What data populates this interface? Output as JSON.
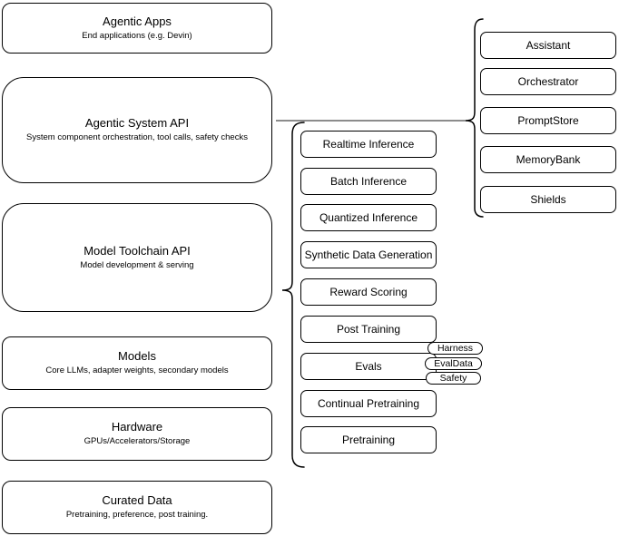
{
  "diagram": {
    "left_column": [
      {
        "title": "Agentic Apps",
        "subtitle": "End applications (e.g. Devin)"
      },
      {
        "title": "Agentic System API",
        "subtitle": "System component orchestration, tool calls, safety checks"
      },
      {
        "title": "Model Toolchain API",
        "subtitle": "Model development & serving"
      },
      {
        "title": "Models",
        "subtitle": "Core LLMs, adapter weights, secondary models"
      },
      {
        "title": "Hardware",
        "subtitle": "GPUs/Accelerators/Storage"
      },
      {
        "title": "Curated Data",
        "subtitle": "Pretraining, preference, post training."
      }
    ],
    "toolchain_services": [
      "Realtime Inference",
      "Batch Inference",
      "Quantized Inference",
      "Synthetic Data Generation",
      "Reward Scoring",
      "Post Training",
      "Evals",
      "Continual Pretraining",
      "Pretraining"
    ],
    "eval_components": [
      "Harness",
      "EvalData",
      "Safety"
    ],
    "system_components": [
      "Assistant",
      "Orchestrator",
      "PromptStore",
      "MemoryBank",
      "Shields"
    ],
    "colors": {
      "node_border": "#000000",
      "connector_gray": "#666666",
      "background": "#ffffff"
    }
  }
}
